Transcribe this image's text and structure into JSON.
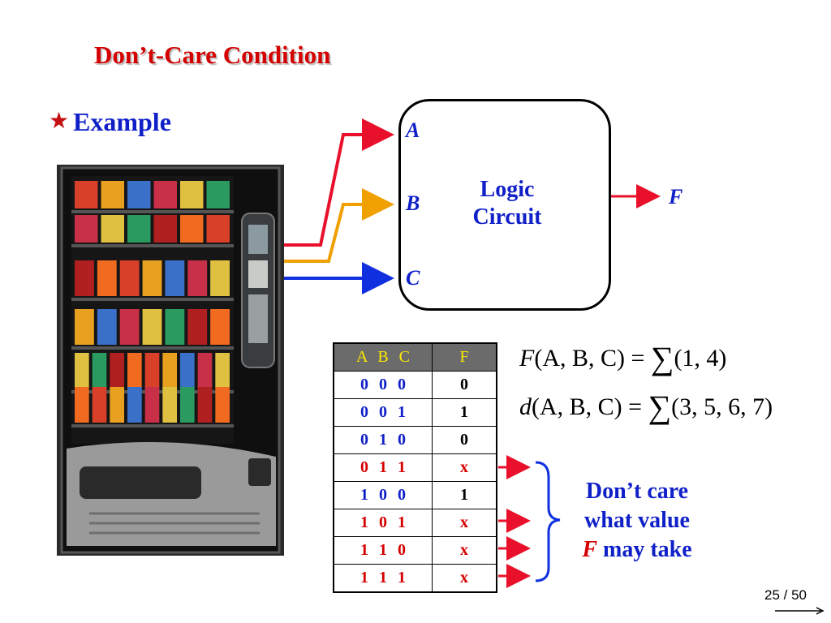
{
  "slide": {
    "title": "Don’t-Care Condition",
    "bullet_text": "Example",
    "page_number": "25 / 50"
  },
  "diagram": {
    "box_label_line1": "Logic",
    "box_label_line2": "Circuit",
    "inputs": [
      {
        "label": "A",
        "color": "#e8102a"
      },
      {
        "label": "B",
        "color": "#f0a000"
      },
      {
        "label": "C",
        "color": "#1030e0"
      }
    ],
    "output_label": "F",
    "output_color": "#e8102a"
  },
  "truth_table": {
    "header_inputs": "A B C",
    "header_output": "F",
    "rows": [
      {
        "inputs": "0 0 0",
        "output": "0",
        "dont_care": false
      },
      {
        "inputs": "0 0 1",
        "output": "1",
        "dont_care": false
      },
      {
        "inputs": "0 1 0",
        "output": "0",
        "dont_care": false
      },
      {
        "inputs": "0 1 1",
        "output": "x",
        "dont_care": true
      },
      {
        "inputs": "1 0 0",
        "output": "1",
        "dont_care": false
      },
      {
        "inputs": "1 0 1",
        "output": "x",
        "dont_care": true
      },
      {
        "inputs": "1 1 0",
        "output": "x",
        "dont_care": true
      },
      {
        "inputs": "1 1 1",
        "output": "x",
        "dont_care": true
      }
    ],
    "colors": {
      "normal": "#1020c8",
      "dont_care": "#d40000",
      "output_normal": "#000000",
      "header_bg": "#6b6b6b",
      "header_fg": "#ffea00"
    }
  },
  "equations": {
    "f_lhs_func": "F",
    "f_lhs_args": "(A, B, C) =",
    "f_sum": "∑",
    "f_rhs": "(1, 4)",
    "d_lhs_func": "d",
    "d_lhs_args": "(A, B, C) =",
    "d_sum": "∑",
    "d_rhs": "(3, 5, 6, 7)"
  },
  "dont_care_note": {
    "line1": "Don’t care",
    "line2": "what value",
    "line3_var": "F",
    "line3_rest": "may take"
  }
}
